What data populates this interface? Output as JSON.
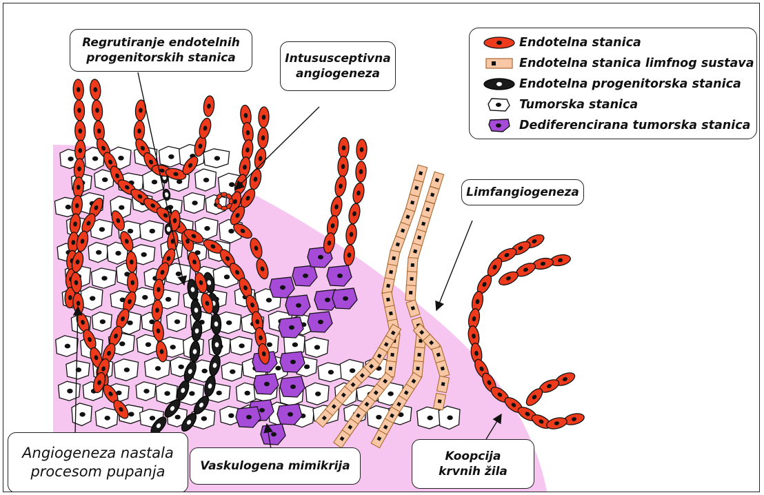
{
  "callouts": {
    "recruitment": [
      "Regrutiranje endotelnih",
      "progenitorskih stanica"
    ],
    "intussusceptive": [
      "Intususceptivna",
      "angiogeneza"
    ],
    "lymphangiogenesis": "Limfangiogeneza",
    "sprouting": [
      "Angiogeneza nastala",
      "procesom pupanja"
    ],
    "mimicry": "Vaskulogena  mimikrija",
    "cooption": [
      "Koopcija",
      "krvnih žila"
    ]
  },
  "legend": {
    "items": [
      {
        "label": "Endotelna stanica",
        "icon": "red-endothelial-cell-icon",
        "color": "#ee3a1c"
      },
      {
        "label": "Endotelna stanica limfnog sustava",
        "icon": "lymphatic-cell-icon",
        "color": "#f8c8a6"
      },
      {
        "label": "Endotelna progenitorska stanica",
        "icon": "progenitor-cell-icon",
        "color": "#1a1a1a"
      },
      {
        "label": "Tumorska stanica",
        "icon": "tumor-cell-icon",
        "color": "#ffffff"
      },
      {
        "label": "Dediferencirana tumorska stanica",
        "icon": "dedifferentiated-cell-icon",
        "color": "#a64ad8"
      }
    ]
  },
  "colors": {
    "tissue_pink": "#f6c6f0",
    "endothelial_red": "#ee3a1c",
    "lymphatic_peach": "#f8c8a6",
    "progenitor_black": "#1a1a1a",
    "dedifferentiated_purple": "#a64ad8"
  }
}
